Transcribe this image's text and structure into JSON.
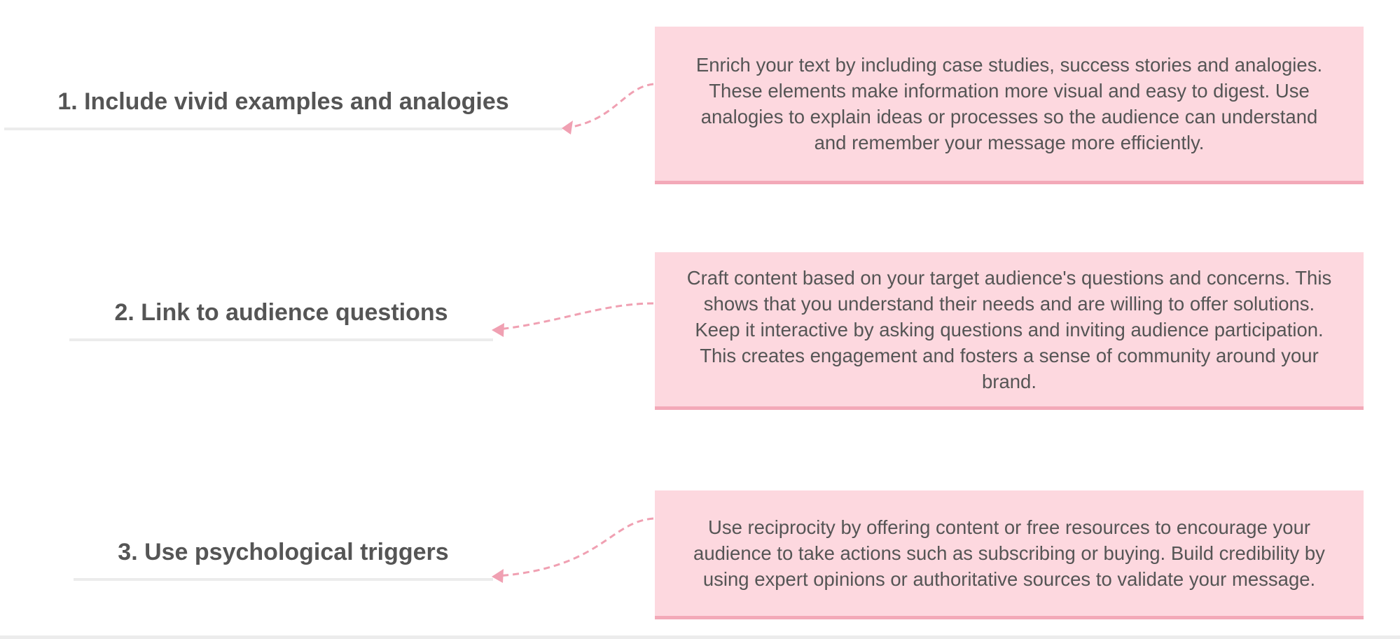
{
  "items": [
    {
      "title": "1. Include vivid examples and analogies",
      "text": "Enrich your text by including case studies, success stories and analogies. These elements make information more visual and easy to digest. Use analogies to explain ideas or processes so the audience can understand and remember your message more efficiently."
    },
    {
      "title": "2. Link to audience questions",
      "text": "Craft content based on your target audience's questions and concerns. This shows that you understand their needs and are willing to offer solutions. Keep it interactive by asking questions and inviting audience participation. This creates engagement and fosters a sense of community around your brand."
    },
    {
      "title": "3. Use psychological triggers",
      "text": "Use reciprocity by offering content or free resources to encourage your audience to take actions such as subscribing or buying. Build credibility by using expert opinions or authoritative sources to validate your message."
    }
  ],
  "colors": {
    "box": "#fdd8df",
    "border": "#f3a9b8",
    "arrow": "#f0a0b2",
    "text": "#555555"
  }
}
